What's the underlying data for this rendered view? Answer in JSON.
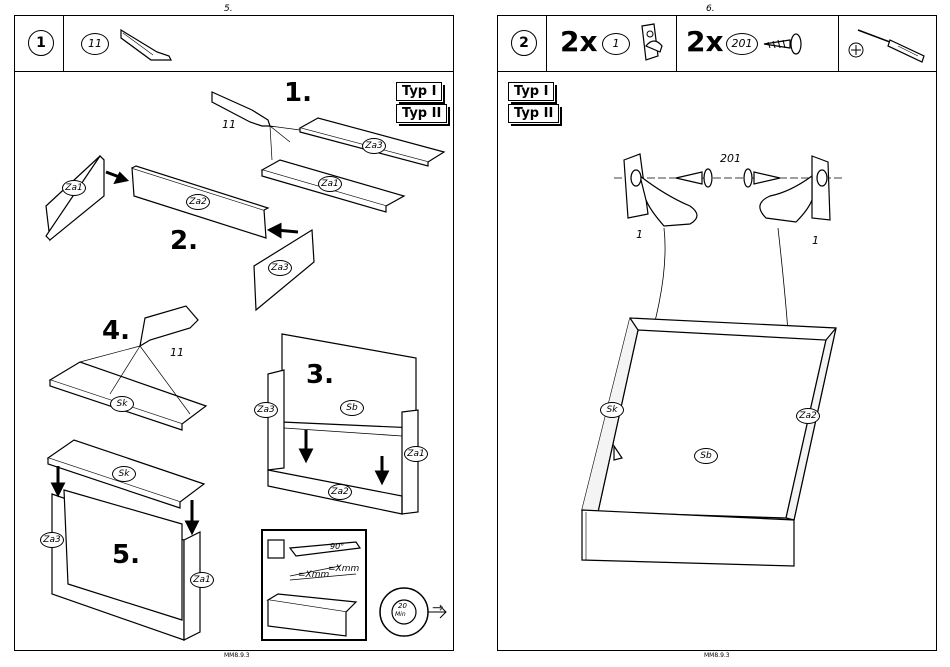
{
  "left_page": {
    "page_number": "5.",
    "footer": "MM8.9.3",
    "step": "1",
    "glue_part": "11",
    "types": [
      "Typ I",
      "Typ II"
    ],
    "substeps": {
      "s1": "1.",
      "s2": "2.",
      "s3": "3.",
      "s4": "4.",
      "s5": "5."
    },
    "glue_label_1": "11",
    "glue_label_4": "11",
    "part_labels": {
      "za3_top": "Za3",
      "za1_mid": "Za1",
      "za1_left": "Za1",
      "za2": "Za2",
      "za3_right": "Za3",
      "sk_4": "Sk",
      "za3_3": "Za3",
      "sb_3": "Sb",
      "za1_3": "Za1",
      "za2_3": "Za2",
      "sk_5": "Sk",
      "za3_5": "Za3",
      "za1_5": "Za1"
    },
    "inset_texts": {
      "x1": "=Xmm",
      "x2": "=Xmm",
      "angle": "90°"
    },
    "dial_text": {
      "value": "20",
      "unit": "Min"
    },
    "arrow_glyph": "→"
  },
  "right_page": {
    "page_number": "6.",
    "footer": "MM8.9.3",
    "step": "2",
    "qty_1": "2x",
    "part_1": "1",
    "qty_2": "2x",
    "part_2": "201",
    "types": [
      "Typ I",
      "Typ II"
    ],
    "screw_label": "201",
    "bracket_left_label": "1",
    "bracket_right_label": "1",
    "part_labels": {
      "sk": "Sk",
      "za2": "Za2",
      "sb": "Sb"
    }
  }
}
